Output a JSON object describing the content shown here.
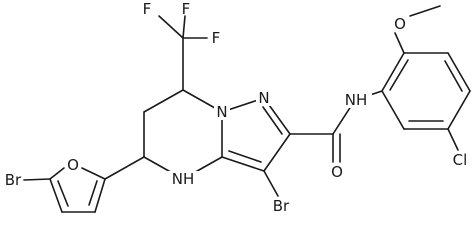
{
  "molecule": {
    "labels": {
      "f1": "F",
      "f2": "F",
      "f3": "F",
      "n_bridge": "N",
      "n_pyrazole": "N",
      "nh_ring": "NH",
      "nh_amide": "NH",
      "o_methoxy": "O",
      "o_carbonyl": "O",
      "br_pyrazole": "Br",
      "br_furan": "Br",
      "o_furan": "O",
      "cl": "Cl"
    },
    "colors": {
      "ink": "#1a1a1a",
      "background": "#ffffff"
    }
  }
}
